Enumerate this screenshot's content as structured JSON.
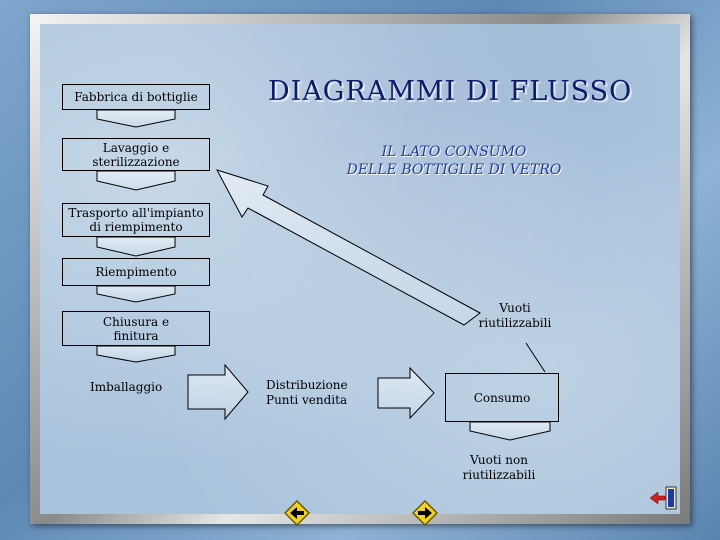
{
  "header": {
    "title": "DIAGRAMMI  DI  FLUSSO",
    "subtitle_line1": "IL LATO CONSUMO",
    "subtitle_line2": "DELLE BOTTIGLIE DI VETRO"
  },
  "process": {
    "step1": "Fabbrica di bottiglie",
    "step2_line1": "Lavaggio e",
    "step2_line2": "sterilizzazione",
    "step3_line1": "Trasporto  all'impianto",
    "step3_line2": "di riempimento",
    "step4": "Riempimento",
    "step5_line1": "Chiusura e",
    "step5_line2": "finitura",
    "step6": "Imballaggio",
    "step7_line1": "Distribuzione",
    "step7_line2": "Punti vendita",
    "step8": "Consumo",
    "reuse_line1": "Vuoti",
    "reuse_line2": "riutilizzabili",
    "waste_line1": "Vuoti non",
    "waste_line2": "riutilizzabili"
  },
  "navigation": {
    "prev_icon": "arrow-left-icon",
    "next_icon": "arrow-right-icon",
    "exit_icon": "exit-door-icon"
  },
  "colors": {
    "title": "#0e1a6e",
    "subtitle": "#1d3aa5",
    "nav_button": "#f2d21e"
  }
}
